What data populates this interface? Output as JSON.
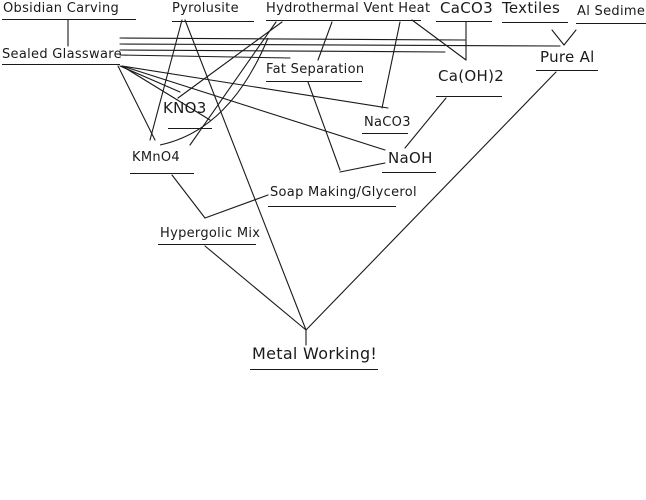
{
  "colors": {
    "ink": "#1a1a1a",
    "background": "#ffffff"
  },
  "nodes": {
    "obsidian": "Obsidian Carving",
    "pyrolusite": "Pyrolusite",
    "hydrothermal": "Hydrothermal Vent Heat",
    "caco3": "CaCO3",
    "textiles": "Textiles",
    "al_sediment": "Al Sediment",
    "sealed_glassware": "Sealed Glassware",
    "fat_separation": "Fat Separation",
    "caoh2": "Ca(OH)2",
    "pure_al": "Pure Al",
    "kno3": "KNO3",
    "na2co3": "NaCO3",
    "kmno4": "KMnO4",
    "naoh": "NaOH",
    "soap": "Soap Making/Glycerol",
    "hypergolic": "Hypergolic Mix",
    "metalworking": "Metal Working!"
  }
}
